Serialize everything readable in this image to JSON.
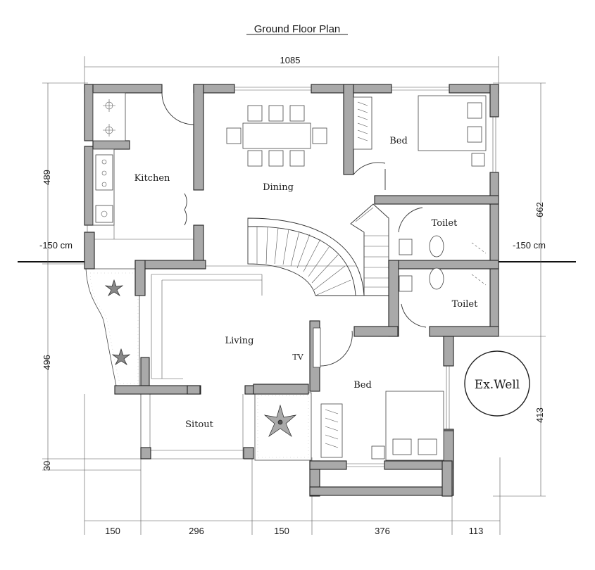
{
  "title": "Ground Floor Plan",
  "rooms": {
    "kitchen": "Kitchen",
    "dining": "Dining",
    "bed_top": "Bed",
    "toilet_top": "Toilet",
    "toilet_bottom": "Toilet",
    "living": "Living",
    "tv": "TV",
    "bed_bottom": "Bed",
    "sitout": "Sitout",
    "well": "Ex.Well"
  },
  "dimensions": {
    "overall_width": "1085",
    "left_upper": "489",
    "left_lower": "496",
    "left_bottom": "30",
    "right_upper": "662",
    "right_lower": "413",
    "bottom_1": "150",
    "bottom_2": "296",
    "bottom_3": "150",
    "bottom_4": "376",
    "bottom_5": "113",
    "level_left": "-150 cm",
    "level_right": "-150 cm"
  }
}
